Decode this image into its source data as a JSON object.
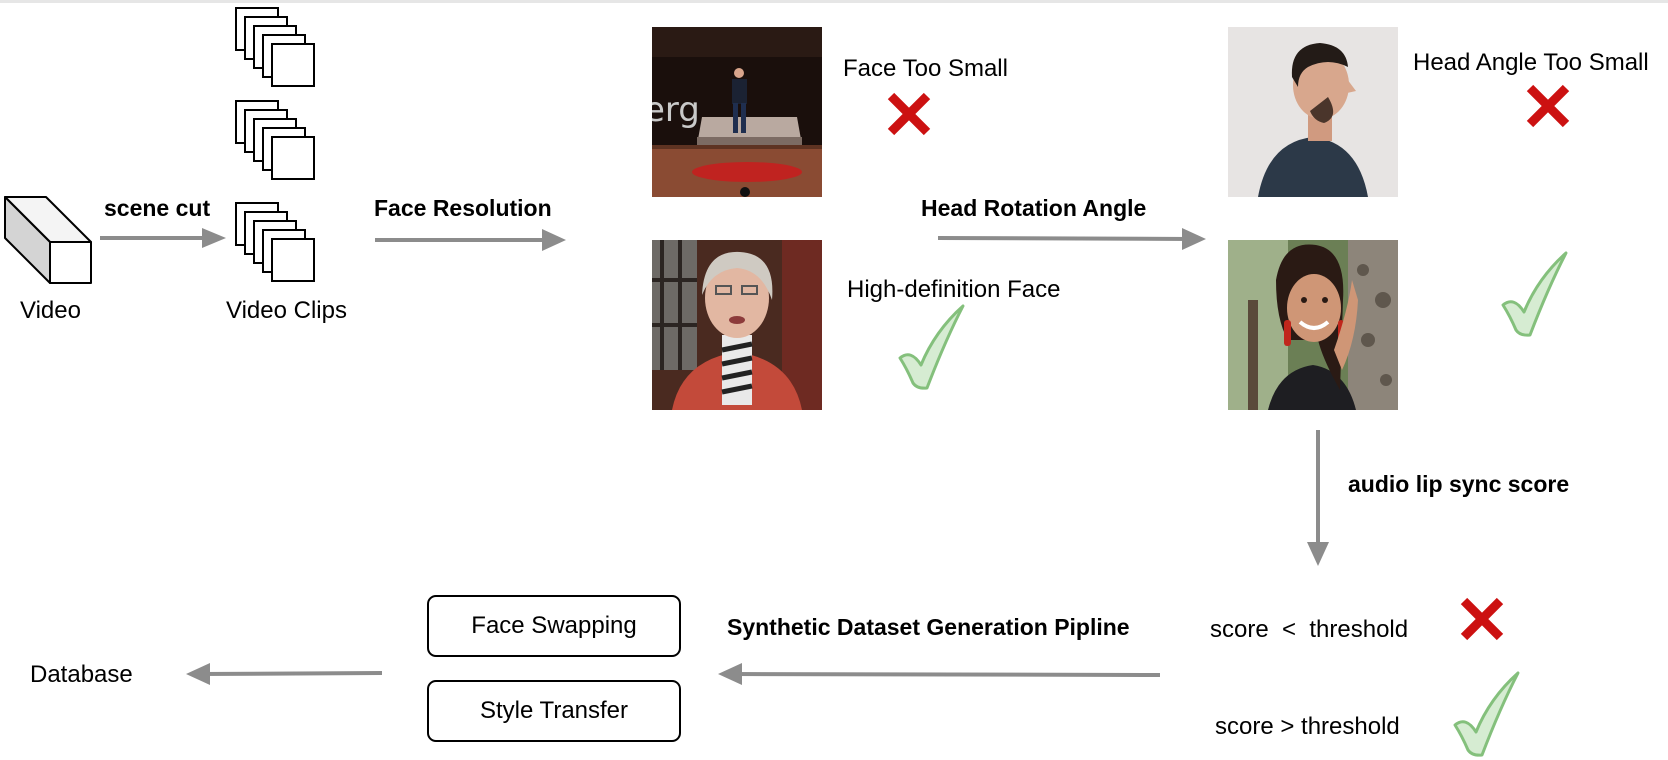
{
  "nodes": {
    "video": "Video",
    "video_clips": "Video Clips",
    "face_too_small": "Face Too Small",
    "high_def_face": "High-definition Face",
    "head_angle_too_small": "Head Angle Too Small",
    "score_lt": "score  <  threshold",
    "score_gt": "score > threshold",
    "face_swapping": "Face Swapping",
    "style_transfer": "Style Transfer",
    "database": "Database"
  },
  "edges": {
    "scene_cut": "scene cut",
    "face_resolution": "Face Resolution",
    "head_rotation_angle": "Head Rotation Angle",
    "audio_lip_sync_score": "audio lip sync score",
    "synthetic_pipeline": "Synthetic Dataset Generation Pipline"
  },
  "photo_texts": {
    "stage_sign": "erg"
  },
  "colors": {
    "arrow": "#8c8c8c",
    "reject_mark": "#cc1111",
    "accept_mark_fill": "#d6ecd2",
    "accept_mark_stroke": "#84c07c"
  }
}
